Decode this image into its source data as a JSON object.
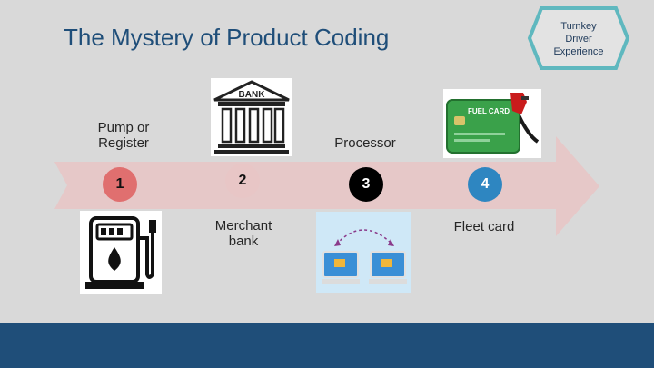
{
  "slide": {
    "title": "The Mystery of Product Coding",
    "badge_line1": "Turnkey",
    "badge_line2": "Driver",
    "badge_line3": "Experience"
  },
  "steps": [
    {
      "number": "1",
      "label_line1": "Pump or",
      "label_line2": "Register"
    },
    {
      "number": "2",
      "label_line1": "Merchant",
      "label_line2": "bank"
    },
    {
      "number": "3",
      "label_line1": "Processor"
    },
    {
      "number": "4",
      "label_line1": "Fleet card"
    }
  ],
  "images": {
    "bank_sign": "BANK",
    "fuel_card_text": "FUEL CARD"
  },
  "colors": {
    "title": "#1f4e79",
    "footer": "#1f4e79",
    "circle1": "#e06f6f",
    "circle2": "#e8c6c6",
    "circle3": "#000000",
    "circle4": "#2e86c1",
    "arrow": "#e6c8c8",
    "badge_fill": "#e3e3e3",
    "badge_border": "#5fb8bf"
  },
  "icons": [
    "bank-icon",
    "fuel-card-icon",
    "fuel-pump-icon",
    "computer-transfer-icon"
  ]
}
